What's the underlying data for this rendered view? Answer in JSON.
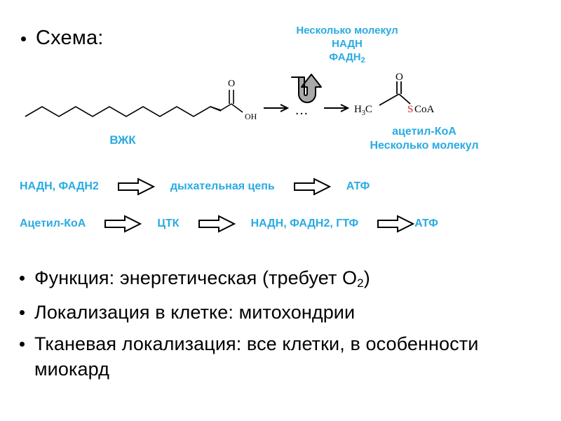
{
  "slide": {
    "background_color": "#FFFFFF",
    "accent_color": "#29ABE2",
    "sulfur_color": "#D82B2B",
    "text_color": "#000000"
  },
  "top_bullet": {
    "label": "Схема:"
  },
  "scheme": {
    "cofactor_caption": {
      "line1": "Несколько молекул",
      "line2": "НАДН",
      "line3_base": "ФАДН",
      "line3_sub": "2"
    },
    "substrate_label": "ВЖК",
    "substrate_atoms": {
      "carbonyl_oxygen": "O",
      "hydroxyl": "OH"
    },
    "ellipsis": "…",
    "product_atoms": {
      "oxygen": "O",
      "methyl_base": "H",
      "methyl_sub": "3",
      "methyl_tail": "C",
      "sulfur": "S",
      "coenzyme": "CoA"
    },
    "product_label": {
      "line1": "ацетил-КоА",
      "line2": "Несколько молекул"
    }
  },
  "equations": [
    {
      "name": "respiratory-chain",
      "term1": "НАДН, ФАДН2",
      "term2": "дыхательная цепь",
      "term3": "АТФ"
    },
    {
      "name": "citric-acid-cycle",
      "term1": "Ацетил-КоА",
      "term2": "ЦТК",
      "term3": "НАДН, ФАДН2, ГТФ",
      "term4": "АТФ"
    }
  ],
  "bottom_bullets": [
    {
      "name": "function",
      "text_before": "Функция: энергетическая (требует О",
      "sub": "2",
      "text_after": ")"
    },
    {
      "name": "cell-localization",
      "text_before": "Локализация в клетке: митохондрии",
      "sub": "",
      "text_after": ""
    },
    {
      "name": "tissue-localization",
      "text_before": "Тканевая локализация: все клетки, в особенности миокард",
      "sub": "",
      "text_after": ""
    }
  ]
}
